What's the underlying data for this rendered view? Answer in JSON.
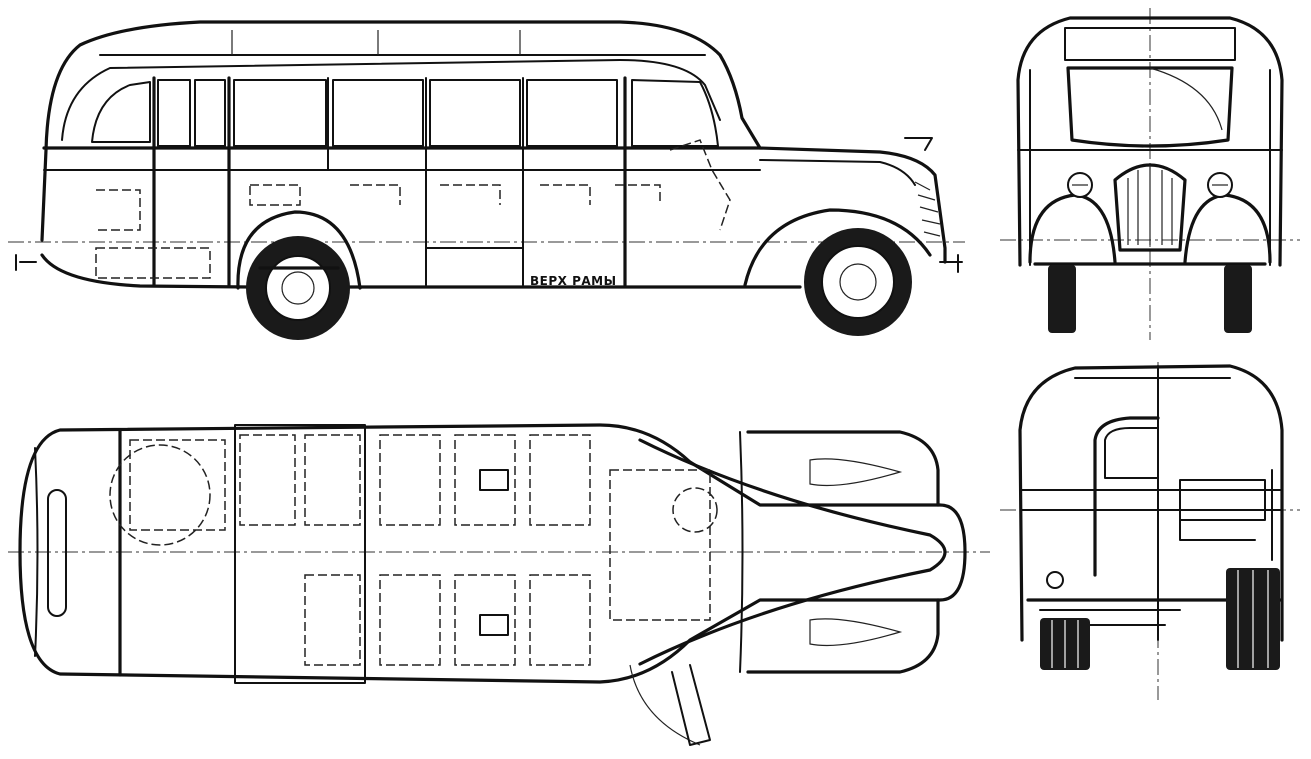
{
  "annotations": {
    "frame_top_label": "ВЕРХ РАМЫ"
  },
  "views": [
    {
      "id": "side",
      "icon": "bus-side-elevation"
    },
    {
      "id": "front",
      "icon": "bus-front-elevation"
    },
    {
      "id": "top",
      "icon": "bus-plan-view"
    },
    {
      "id": "rear",
      "icon": "bus-rear-elevation"
    }
  ],
  "colors": {
    "ink": "#111111",
    "paper": "#ffffff"
  }
}
